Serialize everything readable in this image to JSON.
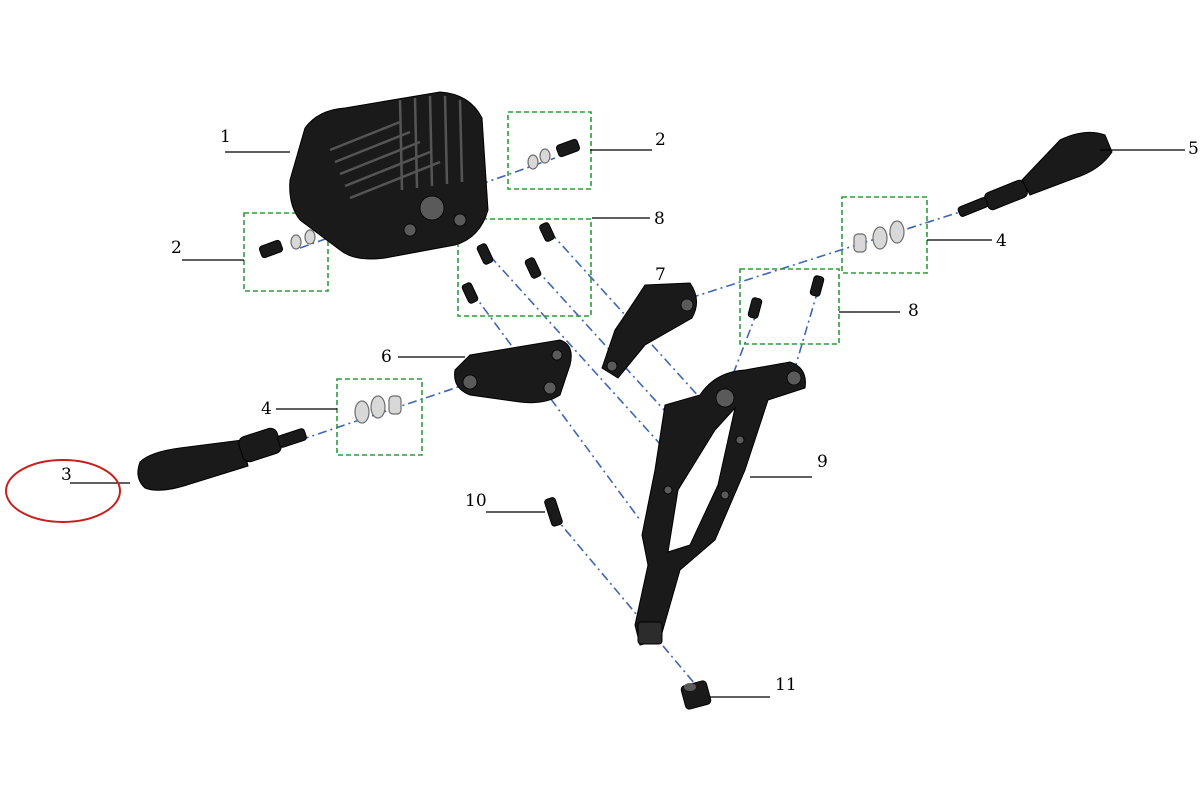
{
  "callouts": {
    "c1": "1",
    "c2a": "2",
    "c2b": "2",
    "c3": "3",
    "c4a": "4",
    "c4b": "4",
    "c5": "5",
    "c6": "6",
    "c7": "7",
    "c8a": "8",
    "c8b": "8",
    "c9": "9",
    "c10": "10",
    "c11": "11"
  },
  "colors": {
    "group_box": "#2e9c3c",
    "axis_line": "#3f66b0",
    "highlight_circle": "#c81e1e",
    "part_fill": "#1a1a1a"
  },
  "highlighted_part": "3"
}
